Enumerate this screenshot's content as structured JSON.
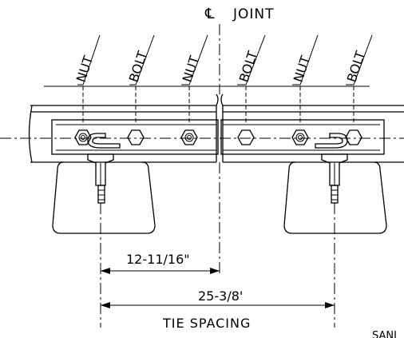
{
  "centerline": {
    "symbol": "℄",
    "label": "JOINT"
  },
  "callouts": [
    "NUT",
    "BOLT",
    "NUT",
    "BOLT",
    "NUT",
    "BOLT"
  ],
  "dimensions": {
    "inner": "12-11/16\"",
    "outer": "25-3/8'",
    "caption": "TIE SPACING"
  },
  "corner_text": "SANI"
}
